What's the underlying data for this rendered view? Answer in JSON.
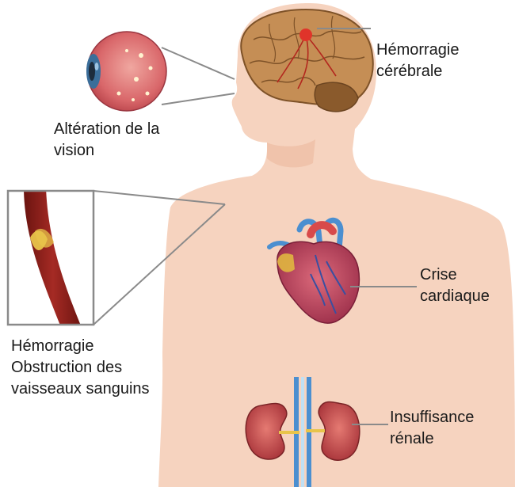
{
  "labels": {
    "brain": {
      "line1": "Hémorragie",
      "line2": "cérébrale"
    },
    "vision": {
      "line1": "Altération de la",
      "line2": "vision"
    },
    "vessels": {
      "line1": "Hémorragie",
      "line2": "Obstruction des",
      "line3": "vaisseaux sanguins"
    },
    "heart": {
      "line1": "Crise",
      "line2": "cardiaque"
    },
    "kidney": {
      "line1": "Insuffisance",
      "line2": "rénale"
    }
  },
  "colors": {
    "skin": "#f6d3bf",
    "skin_shadow": "#ecb99f",
    "brain": "#c58e55",
    "brain_outline": "#7e5228",
    "vessel": "#8e1d1a",
    "plaque": "#e8c44a",
    "heart": "#c4445a",
    "kidney": "#c94a4a",
    "leader_line": "#8a8a8a"
  }
}
